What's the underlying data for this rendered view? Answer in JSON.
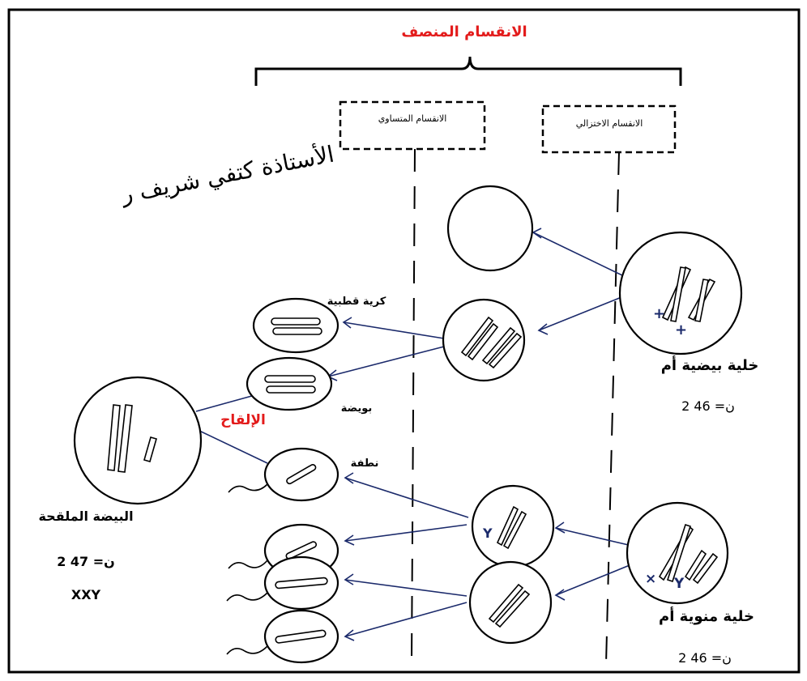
{
  "header": {
    "meiosis_title": "الانقسام المنصف",
    "reductional_division": "الانقسام الاختزالي",
    "equational_division": "الانقسام المتساوي"
  },
  "watermark": "الأستاذة كتفي شريف ر",
  "labels": {
    "mother_egg_cell": "خلية بيضية أم",
    "mother_egg_count": "2 ن= 46",
    "polar_body": "كرية قطبية",
    "ovum": "بويضة",
    "fertilization": "الإلقاح",
    "sperm": "نطفة",
    "zygote": "البيضة الملقحة",
    "zygote_count": "2 ن= 47",
    "zygote_genotype": "XXY",
    "mother_sperm_cell": "خلية منوية أم",
    "mother_sperm_count": "2 ن= 46"
  },
  "colors": {
    "title_red": "#e31b1b",
    "arrow_blue": "#1b2a6b",
    "ink": "#000000"
  }
}
